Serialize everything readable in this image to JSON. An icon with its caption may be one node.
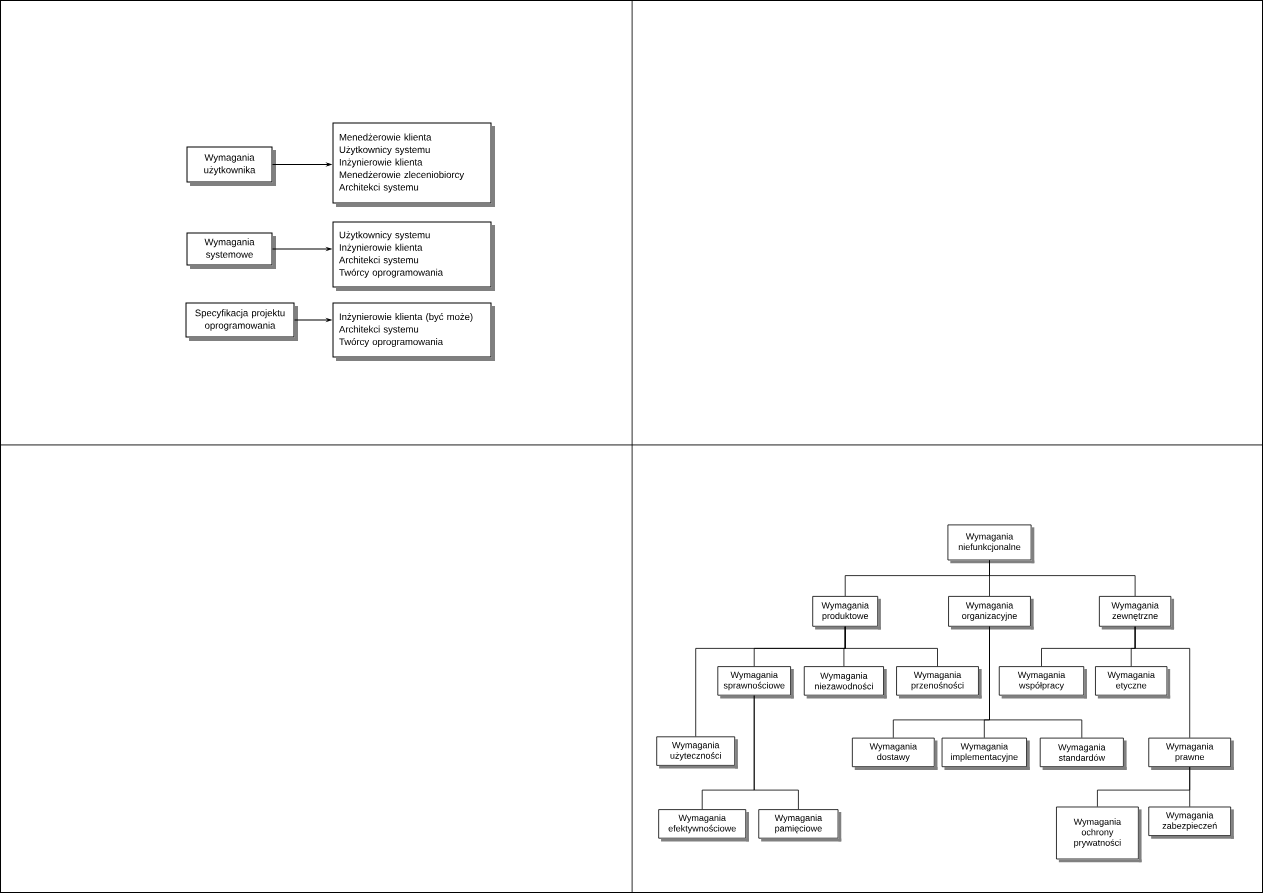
{
  "diagram": {
    "nodes": [
      {
        "text": [
          "Wymagania użytkownika"
        ]
      },
      {
        "text": [
          "Menedżerowie klienta",
          "Użytkownicy systemu",
          "Inżynierowie klienta",
          "Menedżerowie zleceniobiorcy",
          "Architekci systemu"
        ]
      },
      {
        "text": [
          "Wymagania systemowe"
        ]
      },
      {
        "text": [
          "Użytkownicy systemu",
          "Inżynierowie klienta",
          "Architekci systemu",
          "Twórcy oprogramowania"
        ]
      },
      {
        "text": [
          "Specyfikacja projektu oprogramowania"
        ]
      },
      {
        "text": [
          "Inżynierowie klienta (być może)",
          "Architekci systemu",
          "Twórcy oprogramowania"
        ]
      },
      {
        "text": [
          "Wymagania niefunkcjonalne"
        ]
      },
      {
        "text": [
          "Wymagania produktowe"
        ]
      },
      {
        "text": [
          "Wymagania organizacyjne"
        ]
      },
      {
        "text": [
          "Wymagania zewnętrzne"
        ]
      },
      {
        "text": [
          "Wymagania sprawnościowe"
        ]
      },
      {
        "text": [
          "Wymagania niezawodności"
        ]
      },
      {
        "text": [
          "Wymagania przenośności"
        ]
      },
      {
        "text": [
          "Wymagania współpracy"
        ]
      },
      {
        "text": [
          "Wymagania etyczne"
        ]
      },
      {
        "text": [
          "Wymagania użyteczności"
        ]
      },
      {
        "text": [
          "Wymagania dostawy"
        ]
      },
      {
        "text": [
          "Wymagania implementacyjne"
        ]
      },
      {
        "text": [
          "Wymagania standardów"
        ]
      },
      {
        "text": [
          "Wymagania prawne"
        ]
      },
      {
        "text": [
          "Wymagania efektywnościowe"
        ]
      },
      {
        "text": [
          "Wymagania pamięciowe"
        ]
      },
      {
        "text": [
          "Wymagania ochrony prywatności"
        ]
      },
      {
        "text": [
          "Wymagania zabezpieczeń"
        ]
      }
    ],
    "edges": [
      {
        "from": 0,
        "to": 1,
        "arrow": "to"
      },
      {
        "from": 2,
        "to": 3,
        "arrow": "to"
      },
      {
        "from": 4,
        "to": 5,
        "arrow": "to"
      },
      {
        "from": 6,
        "to": 7,
        "arrow": "none"
      },
      {
        "from": 6,
        "to": 8,
        "arrow": "none"
      },
      {
        "from": 6,
        "to": 9,
        "arrow": "none"
      },
      {
        "from": 7,
        "to": 15,
        "arrow": "none"
      },
      {
        "from": 7,
        "to": 10,
        "arrow": "none"
      },
      {
        "from": 7,
        "to": 11,
        "arrow": "none"
      },
      {
        "from": 7,
        "to": 12,
        "arrow": "none"
      },
      {
        "from": 8,
        "to": 16,
        "arrow": "none"
      },
      {
        "from": 8,
        "to": 17,
        "arrow": "none"
      },
      {
        "from": 8,
        "to": 18,
        "arrow": "none"
      },
      {
        "from": 9,
        "to": 13,
        "arrow": "none"
      },
      {
        "from": 9,
        "to": 14,
        "arrow": "none"
      },
      {
        "from": 9,
        "to": 19,
        "arrow": "none"
      },
      {
        "from": 10,
        "to": 20,
        "arrow": "none"
      },
      {
        "from": 10,
        "to": 21,
        "arrow": "none"
      },
      {
        "from": 19,
        "to": 22,
        "arrow": "none"
      },
      {
        "from": 19,
        "to": 23,
        "arrow": "none"
      }
    ]
  }
}
